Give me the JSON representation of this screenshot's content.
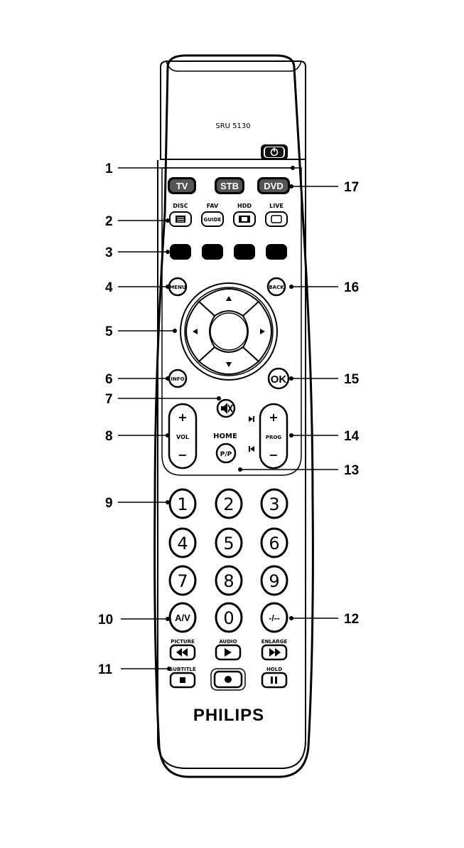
{
  "model": "SRU 5130",
  "brand": "PHILIPS",
  "source_buttons": [
    "TV",
    "STB",
    "DVD"
  ],
  "mode_buttons": [
    {
      "label": "DISC",
      "icon": "teletext-icon"
    },
    {
      "label": "FAV",
      "sub": "GUIDE"
    },
    {
      "label": "HDD",
      "icon": "hdd-icon"
    },
    {
      "label": "LIVE",
      "icon": "screen-icon"
    }
  ],
  "nav": {
    "menu": "MENU",
    "back": "BACK",
    "info": "INFO",
    "ok": "OK"
  },
  "vol": {
    "plus": "+",
    "label": "VOL",
    "minus": "−"
  },
  "prog": {
    "plus": "+",
    "label": "PROG",
    "minus": "−"
  },
  "home": {
    "top": "HOME",
    "label": "P/P"
  },
  "digits": [
    "1",
    "2",
    "3",
    "4",
    "5",
    "6",
    "7",
    "8",
    "9"
  ],
  "bottom_row": {
    "av": "A/V",
    "zero": "0",
    "dash": "-/--"
  },
  "transport_labels": [
    "PICTURE",
    "AUDIO",
    "ENLARGE",
    "SUBTITLE",
    "HOLD"
  ],
  "callouts": [
    "1",
    "2",
    "3",
    "4",
    "5",
    "6",
    "7",
    "8",
    "9",
    "10",
    "11",
    "12",
    "13",
    "14",
    "15",
    "16",
    "17"
  ]
}
